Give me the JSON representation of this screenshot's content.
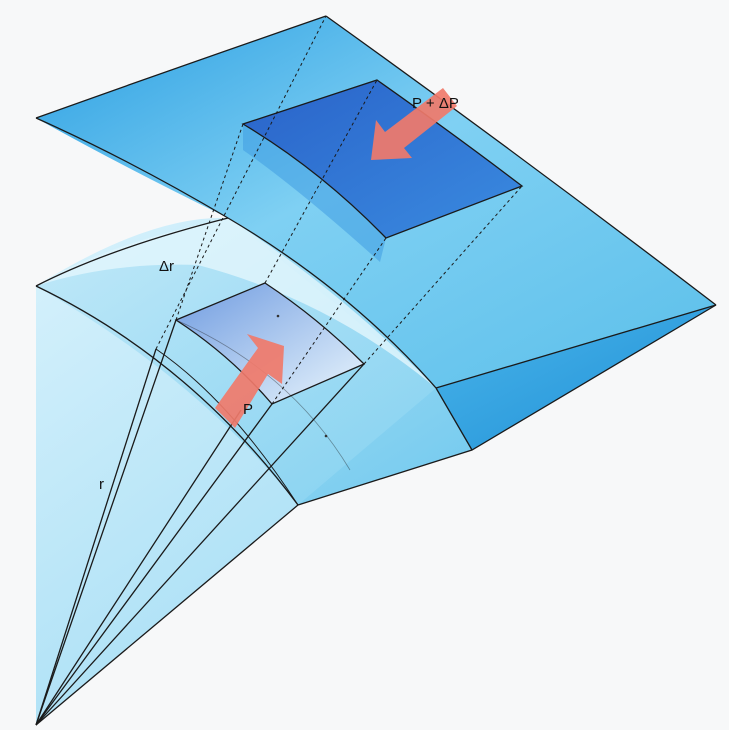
{
  "labels": {
    "pressure_outer": "P + ΔP",
    "shell_thickness": "Δr",
    "radius": "r",
    "pressure_inner": "P"
  },
  "colors": {
    "background": "#f7f8f9",
    "shell_light": "#c9ecfa",
    "shell_mid": "#5cc3ee",
    "shell_deep": "#1f8fd6",
    "parcel_top": "#2f6fd1",
    "arrow": "#f07a6a",
    "line": "#1a1a1a"
  }
}
